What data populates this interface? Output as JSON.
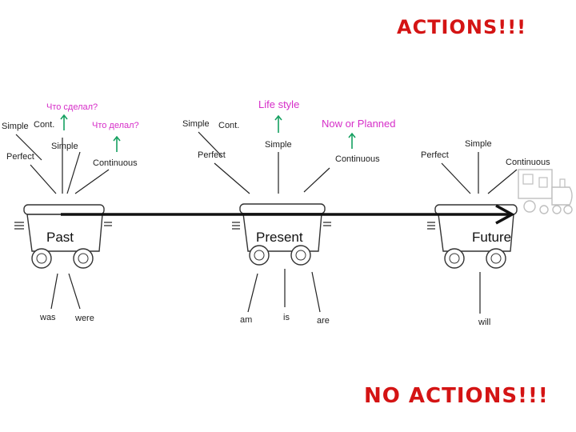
{
  "titles": {
    "actions": "ACTIONS!!!",
    "no_actions": "NO ACTIONS!!!"
  },
  "colors": {
    "title_red": "#d41414",
    "note_pink": "#d62dc8",
    "arrow_green": "#15a060"
  },
  "timeline": {
    "wagons": {
      "past": "Past",
      "present": "Present",
      "future": "Future"
    }
  },
  "past": {
    "note_did": "Что сделал?",
    "note_doing": "Что делал?",
    "simple_left": "Simple",
    "cont": "Cont.",
    "simple": "Simple",
    "perfect": "Perfect",
    "continuous": "Continuous",
    "below": [
      "was",
      "were"
    ]
  },
  "present": {
    "note_lifestyle": "Life style",
    "note_now": "Now or Planned",
    "simple_left": "Simple",
    "cont": "Cont.",
    "simple": "Simple",
    "perfect": "Perfect",
    "continuous": "Continuous",
    "below": [
      "am",
      "is",
      "are"
    ]
  },
  "future": {
    "perfect": "Perfect",
    "simple": "Simple",
    "continuous": "Continuous",
    "below": [
      "will"
    ]
  }
}
